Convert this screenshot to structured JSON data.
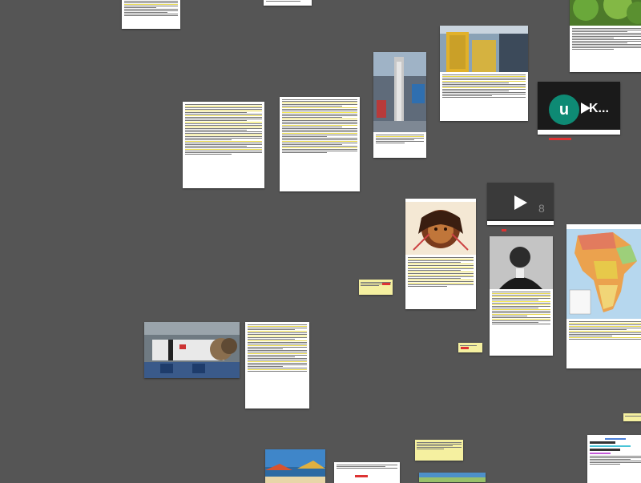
{
  "canvas": {
    "background": "#555555"
  },
  "colors": {
    "highlight": "#e7d84a",
    "accent_red": "#d33333",
    "avatar_teal": "#0e8a74",
    "note_yellow": "#f5f0a0"
  },
  "video_card_1": {
    "avatar_letter": "u",
    "title": "K..."
  },
  "video_card_2": {
    "number": "8"
  },
  "icons": [
    "play-icon",
    "avatar-icon"
  ]
}
